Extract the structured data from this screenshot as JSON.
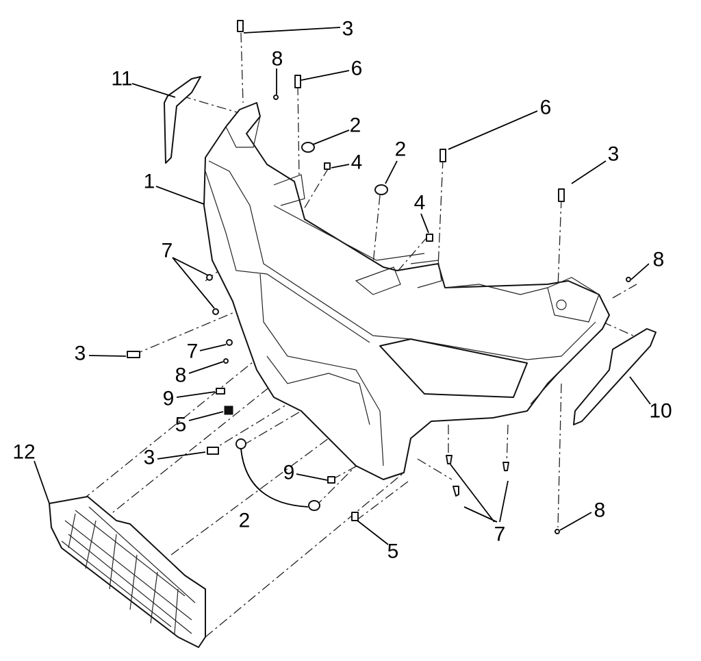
{
  "diagram": {
    "type": "exploded-parts-view",
    "callouts": [
      "3",
      "8",
      "6",
      "11",
      "6",
      "2",
      "2",
      "4",
      "3",
      "1",
      "4",
      "7",
      "8",
      "3",
      "7",
      "8",
      "9",
      "5",
      "10",
      "12",
      "3",
      "9",
      "2",
      "7",
      "8",
      "5"
    ]
  }
}
